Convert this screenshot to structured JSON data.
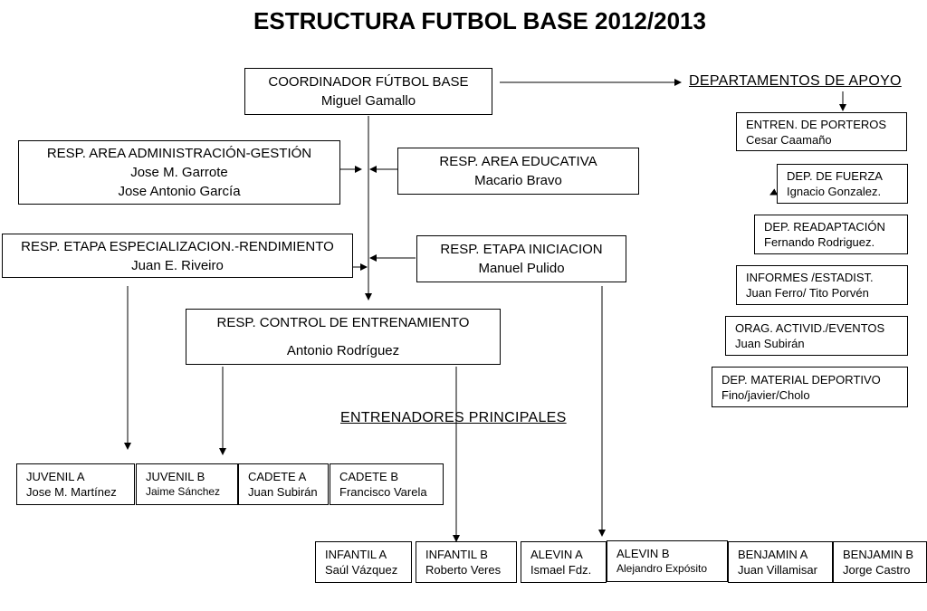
{
  "title": "ESTRUCTURA FUTBOL BASE 2012/2013",
  "coordinator": {
    "role": "COORDINADOR FÚTBOL BASE",
    "person": "Miguel Gamallo"
  },
  "admin": {
    "role": "RESP. AREA ADMINISTRACIÓN-GESTIÓN",
    "person1": "Jose M. Garrote",
    "person2": "Jose Antonio García"
  },
  "educativa": {
    "role": "RESP. AREA EDUCATIVA",
    "person": "Macario Bravo"
  },
  "especializacion": {
    "role": "RESP. ETAPA ESPECIALIZACION.-RENDIMIENTO",
    "person": "Juan E. Riveiro"
  },
  "iniciacion": {
    "role": "RESP. ETAPA INICIACION",
    "person": "Manuel Pulido"
  },
  "control": {
    "role": "RESP. CONTROL DE ENTRENAMIENTO",
    "person": "Antonio Rodríguez"
  },
  "support": {
    "heading": "DEPARTAMENTOS  DE APOYO",
    "items": [
      {
        "role": "ENTREN. DE PORTEROS",
        "person": "Cesar Caamaño"
      },
      {
        "role": "DEP. DE FUERZA",
        "person": "Ignacio Gonzalez."
      },
      {
        "role": "DEP. READAPTACIÓN",
        "person": "Fernando Rodriguez."
      },
      {
        "role": "INFORMES /ESTADIST.",
        "person": "Juan Ferro/ Tito Porvén"
      },
      {
        "role": "ORAG. ACTIVID./EVENTOS",
        "person": "Juan Subirán"
      },
      {
        "role": "DEP. MATERIAL DEPORTIVO",
        "person": "Fino/javier/Cholo"
      }
    ]
  },
  "coaches_heading": "ENTRENADORES PRINCIPALES",
  "upper_teams": [
    {
      "team": "JUVENIL A",
      "coach": "Jose M. Martínez"
    },
    {
      "team": "JUVENIL B",
      "coach": "Jaime Sánchez"
    },
    {
      "team": "CADETE A",
      "coach": "Juan Subirán"
    },
    {
      "team": "CADETE B",
      "coach": "Francisco Varela"
    }
  ],
  "lower_teams": [
    {
      "team": "INFANTIL A",
      "coach": "Saúl Vázquez"
    },
    {
      "team": "INFANTIL B",
      "coach": "Roberto Veres"
    },
    {
      "team": "ALEVIN A",
      "coach": "Ismael Fdz."
    },
    {
      "team": "ALEVIN B",
      "coach": "Alejandro Expósito"
    },
    {
      "team": "BENJAMIN A",
      "coach": "Juan Villamisar"
    },
    {
      "team": "BENJAMIN B",
      "coach": "Jorge Castro"
    }
  ]
}
